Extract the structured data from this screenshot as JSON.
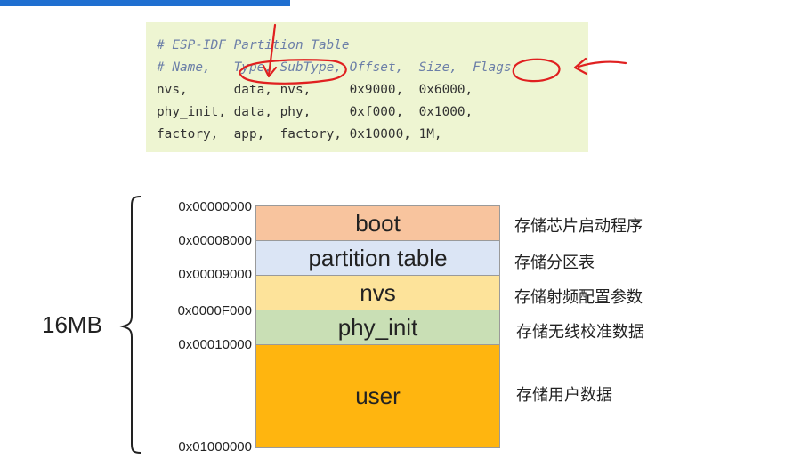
{
  "code_block": {
    "lines": [
      "# ESP-IDF Partition Table",
      "# Name,   Type, SubType, Offset,  Size,  Flags",
      "nvs,      data, nvs,     0x9000,  0x6000,",
      "phy_init, data, phy,     0xf000,  0x1000,",
      "factory,  app,  factory, 0x10000, 1M,"
    ]
  },
  "diagram": {
    "total_size": "16MB",
    "addresses": [
      "0x00000000",
      "0x00008000",
      "0x00009000",
      "0x0000F000",
      "0x00010000",
      "0x01000000"
    ],
    "segments": [
      {
        "label": "boot",
        "description": "存储芯片启动程序",
        "color": "#f8c49e"
      },
      {
        "label": "partition table",
        "description": "存储分区表",
        "color": "#dbe5f5"
      },
      {
        "label": "nvs",
        "description": "存储射频配置参数",
        "color": "#fde39a"
      },
      {
        "label": "phy_init",
        "description": "存储无线校准数据",
        "color": "#c9dfb5"
      },
      {
        "label": "user",
        "description": "存储用户数据",
        "color": "#ffb50f"
      }
    ]
  },
  "annotation_color": "#e02020"
}
